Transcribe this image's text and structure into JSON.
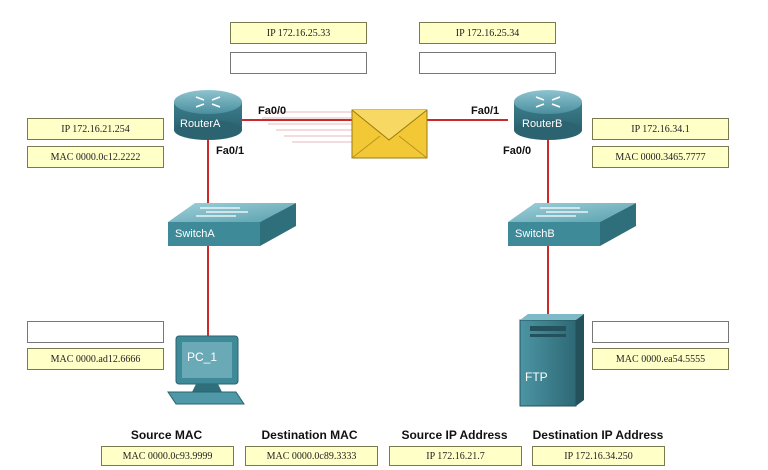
{
  "routerA": {
    "name": "RouterA",
    "iface_left": "Fa0/0",
    "iface_down": "Fa0/1",
    "ip": "IP 172.16.21.254",
    "mac": "MAC 0000.0c12.2222",
    "top_ip": "IP 172.16.25.33"
  },
  "routerB": {
    "name": "RouterB",
    "iface_right": "Fa0/1",
    "iface_down": "Fa0/0",
    "ip": "IP 172.16.34.1",
    "mac": "MAC 0000.3465.7777",
    "top_ip": "IP 172.16.25.34"
  },
  "switchA": {
    "name": "SwitchA"
  },
  "switchB": {
    "name": "SwitchB"
  },
  "pc": {
    "name": "PC_1",
    "mac": "MAC 0000.ad12.6666"
  },
  "ftp": {
    "name": "FTP",
    "mac": "MAC 0000.ea54.5555"
  },
  "packet": {
    "headers": {
      "src_mac": "Source MAC",
      "dst_mac": "Destination MAC",
      "src_ip": "Source IP Address",
      "dst_ip": "Destination IP Address"
    },
    "values": {
      "src_mac": "MAC 0000.0c93.9999",
      "dst_mac": "MAC 0000.0c89.3333",
      "src_ip": "IP 172.16.21.7",
      "dst_ip": "IP 172.16.34.250"
    }
  },
  "colors": {
    "link": "#cc2a2a",
    "device": "#3e8a99",
    "box": "#ffffc8",
    "envelope": "#f3c836"
  }
}
